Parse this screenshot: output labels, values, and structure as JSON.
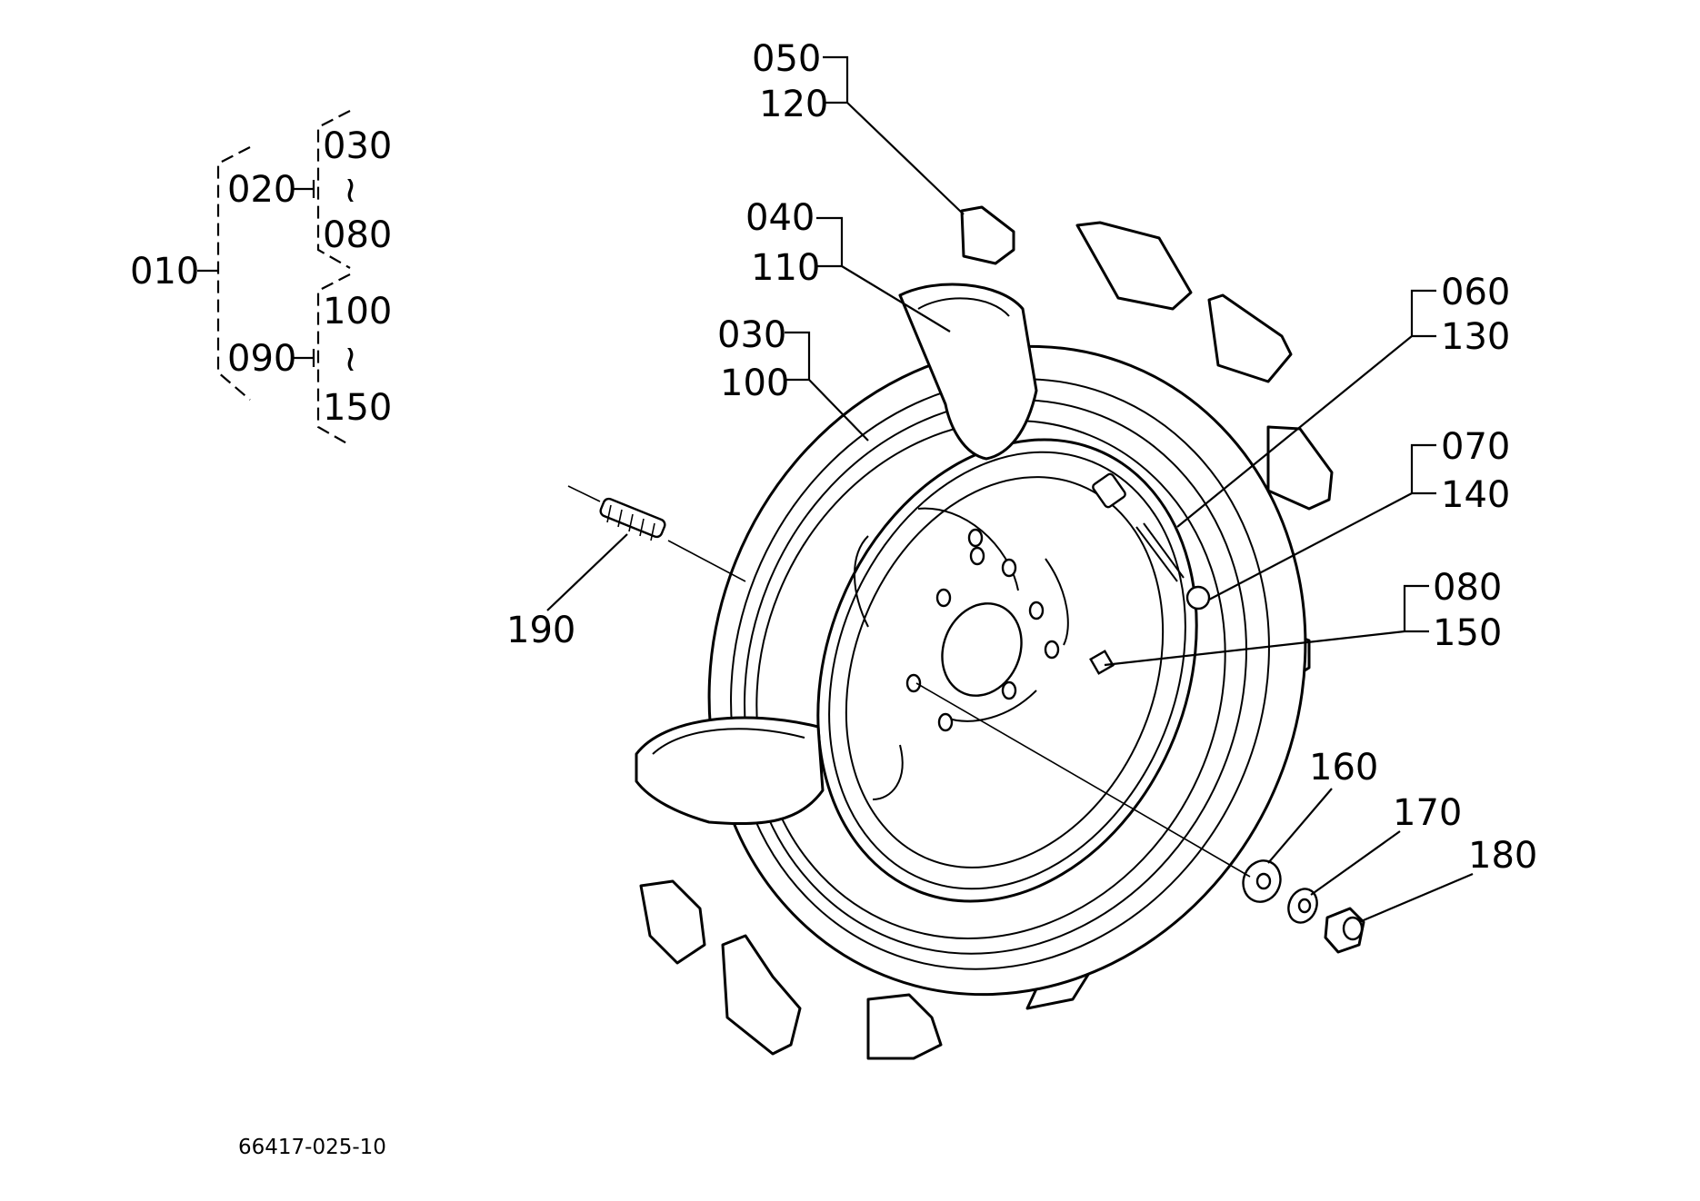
{
  "tree": {
    "root": "010",
    "group_a": "020",
    "group_a_from": "030",
    "group_a_tilde": "≀",
    "group_a_to": "080",
    "group_b": "090",
    "group_b_from": "100",
    "group_b_tilde": "≀",
    "group_b_to": "150"
  },
  "callouts": {
    "c050": "050",
    "c120": "120",
    "c040": "040",
    "c110": "110",
    "c030": "030",
    "c100": "100",
    "c060": "060",
    "c130": "130",
    "c070": "070",
    "c140": "140",
    "c080": "080",
    "c150": "150",
    "c160": "160",
    "c170": "170",
    "c180": "180",
    "c190": "190"
  },
  "drawing_code": "66417-025-10"
}
